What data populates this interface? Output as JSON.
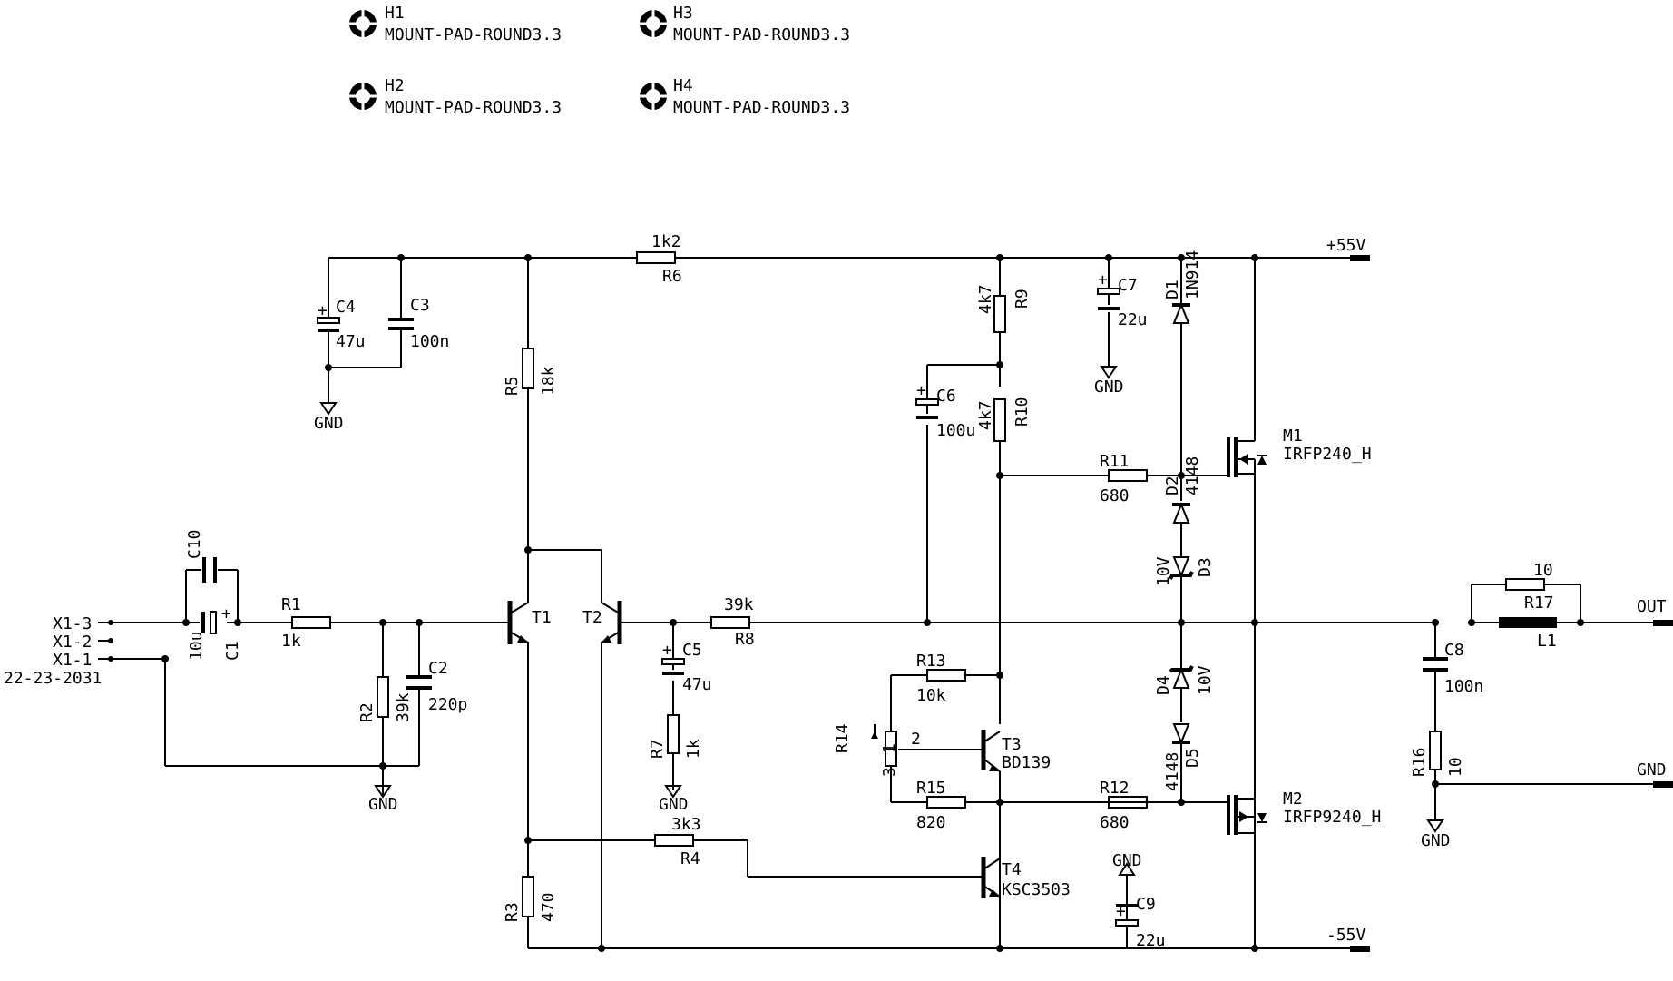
{
  "mount_holes": [
    {
      "ref": "H1",
      "value": "MOUNT-PAD-ROUND3.3"
    },
    {
      "ref": "H2",
      "value": "MOUNT-PAD-ROUND3.3"
    },
    {
      "ref": "H3",
      "value": "MOUNT-PAD-ROUND3.3"
    },
    {
      "ref": "H4",
      "value": "MOUNT-PAD-ROUND3.3"
    }
  ],
  "connectors": {
    "x1_pins": [
      "X1-3",
      "X1-2",
      "X1-1"
    ],
    "x1_part": "22-23-2031"
  },
  "rails": {
    "positive": "+55V",
    "negative": "-55V",
    "ground": "GND",
    "output": "OUT"
  },
  "parts": {
    "C1": {
      "ref": "C1",
      "value": "10u"
    },
    "C2": {
      "ref": "C2",
      "value": "220p"
    },
    "C3": {
      "ref": "C3",
      "value": "100n"
    },
    "C4": {
      "ref": "C4",
      "value": "47u"
    },
    "C5": {
      "ref": "C5",
      "value": "47u"
    },
    "C6": {
      "ref": "C6",
      "value": "100u"
    },
    "C7": {
      "ref": "C7",
      "value": "22u"
    },
    "C8": {
      "ref": "C8",
      "value": "100n"
    },
    "C9": {
      "ref": "C9",
      "value": "22u"
    },
    "C10": {
      "ref": "C10"
    },
    "R1": {
      "ref": "R1",
      "value": "1k"
    },
    "R2": {
      "ref": "R2",
      "value": "39k"
    },
    "R3": {
      "ref": "R3",
      "value": "470"
    },
    "R4": {
      "ref": "R4",
      "value": "3k3"
    },
    "R5": {
      "ref": "R5",
      "value": "18k"
    },
    "R6": {
      "ref": "R6",
      "value": "1k2"
    },
    "R7": {
      "ref": "R7",
      "value": "1k"
    },
    "R8": {
      "ref": "R8",
      "value": "39k"
    },
    "R9": {
      "ref": "R9",
      "value": "4k7"
    },
    "R10": {
      "ref": "R10",
      "value": "4k7"
    },
    "R11": {
      "ref": "R11",
      "value": "680"
    },
    "R12": {
      "ref": "R12",
      "value": "680"
    },
    "R13": {
      "ref": "R13",
      "value": "10k"
    },
    "R14": {
      "ref": "R14",
      "pins": [
        "1",
        "2",
        "3"
      ]
    },
    "R15": {
      "ref": "R15",
      "value": "820"
    },
    "R16": {
      "ref": "R16",
      "value": "10"
    },
    "R17": {
      "ref": "R17",
      "value": "10"
    },
    "L1": {
      "ref": "L1"
    },
    "T1": {
      "ref": "T1"
    },
    "T2": {
      "ref": "T2"
    },
    "T3": {
      "ref": "T3",
      "value": "BD139"
    },
    "T4": {
      "ref": "T4",
      "value": "KSC3503"
    },
    "M1": {
      "ref": "M1",
      "value": "IRFP240_H"
    },
    "M2": {
      "ref": "M2",
      "value": "IRFP9240_H"
    },
    "D1": {
      "ref": "D1",
      "value": "1N914"
    },
    "D2": {
      "ref": "D2",
      "value": "4148"
    },
    "D3": {
      "ref": "D3",
      "value": "10V"
    },
    "D4": {
      "ref": "D4",
      "value": "10V"
    },
    "D5": {
      "ref": "D5",
      "value": "4148"
    }
  }
}
